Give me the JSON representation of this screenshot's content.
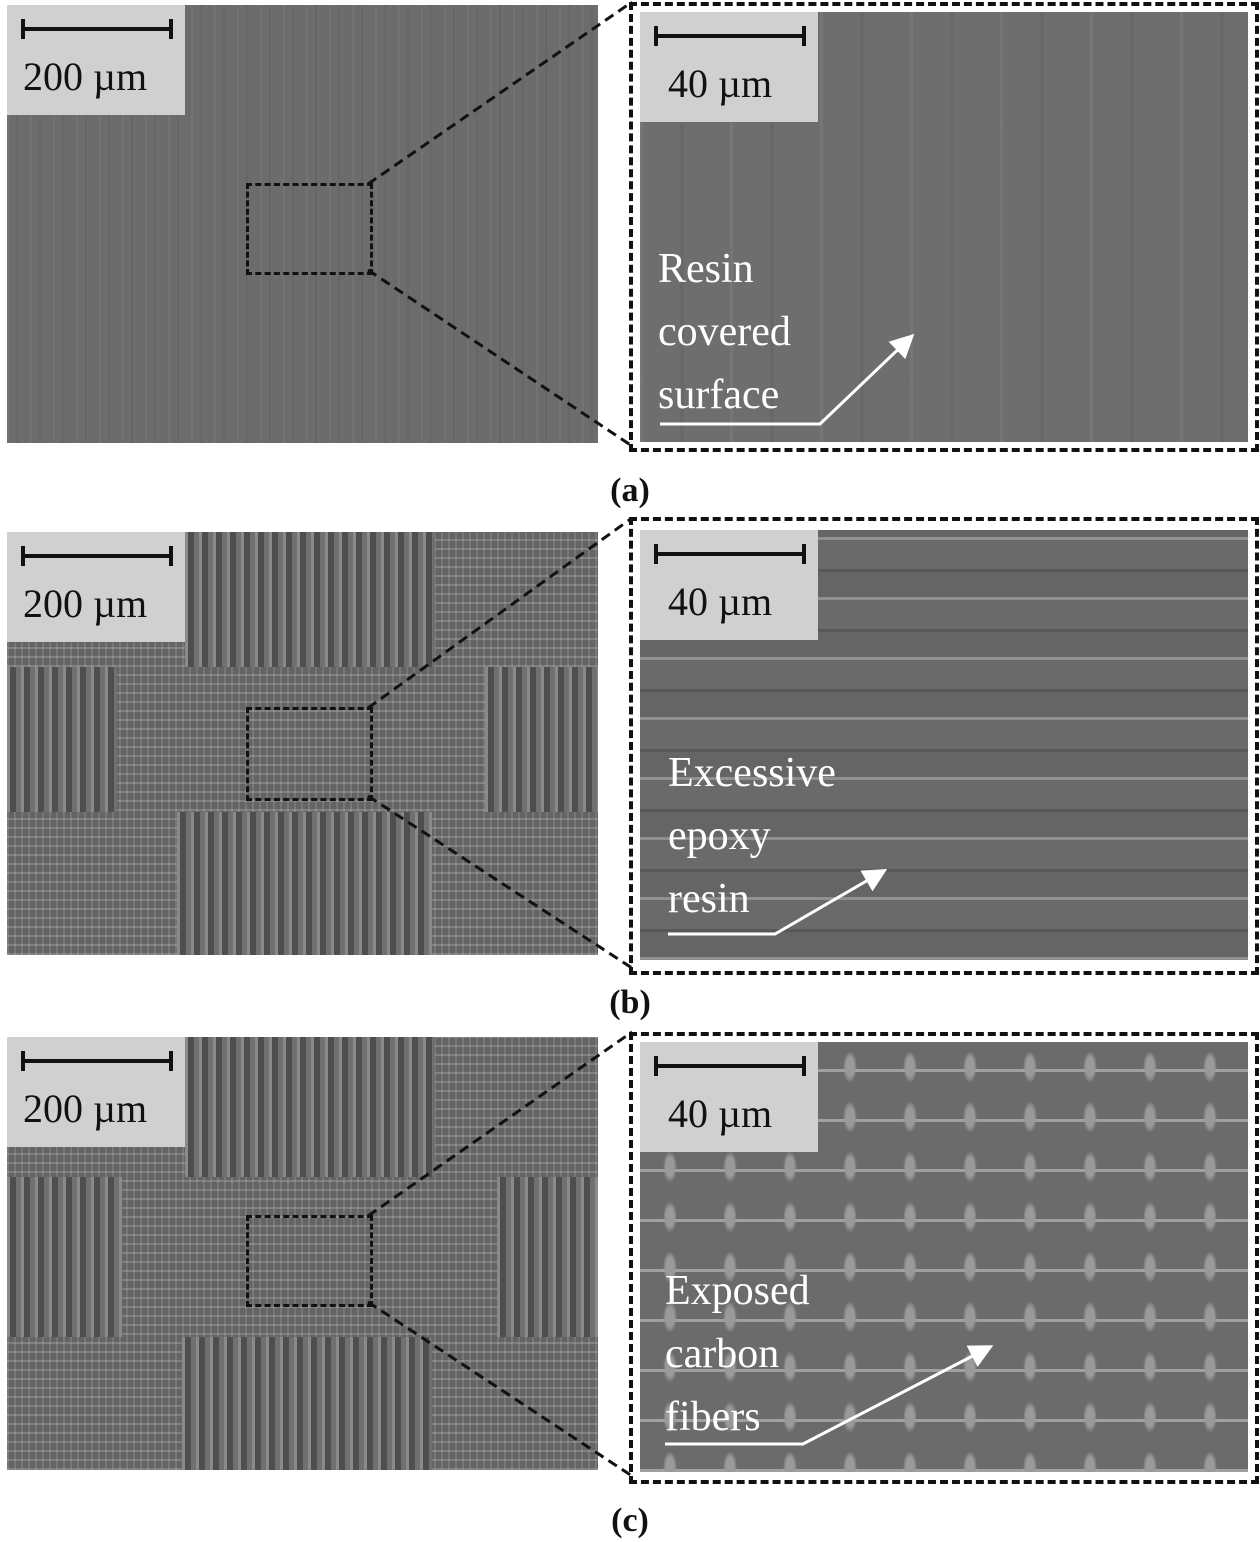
{
  "panels": [
    {
      "caption": "(a)",
      "overview_scale": "200 µm",
      "zoom_scale": "40 µm",
      "annotation": [
        "Resin",
        "covered",
        "surface"
      ]
    },
    {
      "caption": "(b)",
      "overview_scale": "200 µm",
      "zoom_scale": "40 µm",
      "annotation": [
        "Excessive",
        "epoxy",
        "resin"
      ]
    },
    {
      "caption": "(c)",
      "overview_scale": "200 µm",
      "zoom_scale": "40 µm",
      "annotation": [
        "Exposed",
        "carbon",
        "fibers"
      ]
    }
  ]
}
